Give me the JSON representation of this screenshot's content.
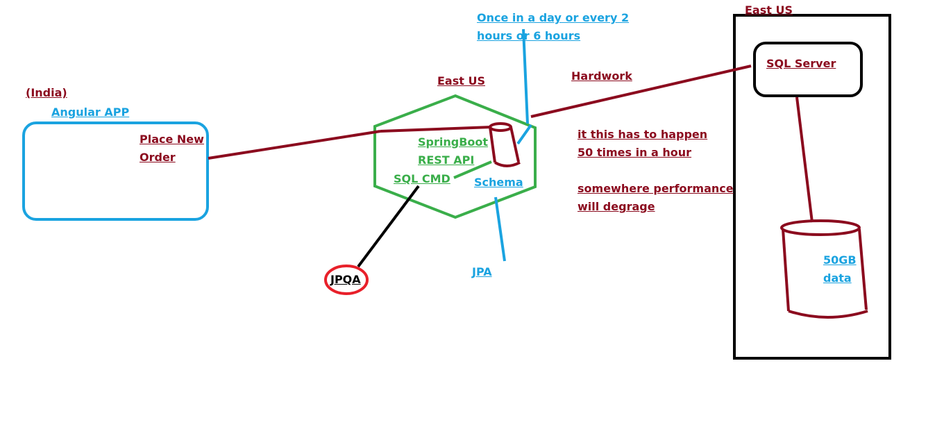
{
  "colors": {
    "maroon": "#8b0a1e",
    "blue": "#1aa3e0",
    "green": "#3aae4a",
    "red": "#e8202a",
    "black": "#000000"
  },
  "labels": {
    "east_us_region": "East US",
    "sql_server": "SQL Server",
    "hardwork": "Hardwork",
    "frequency_line1": "Once in a day or every 2",
    "frequency_line2": "hours or 6 hours",
    "east_us_app": "East US",
    "india": "(India)",
    "angular_app": "Angular APP",
    "place_new_order_line1": "Place New",
    "place_new_order_line2": "Order",
    "springboot": "SpringBoot",
    "rest_api": "REST API",
    "sql_cmd": "SQL CMD",
    "schema": "Schema",
    "note_line1": "it this has to happen",
    "note_line2": "50 times in a hour",
    "note_line3": "somewhere performance",
    "note_line4": "will degrage",
    "db_size_line1": "50GB",
    "db_size_line2": "data",
    "jpqa": "JPQA",
    "jpa": "JPA"
  }
}
